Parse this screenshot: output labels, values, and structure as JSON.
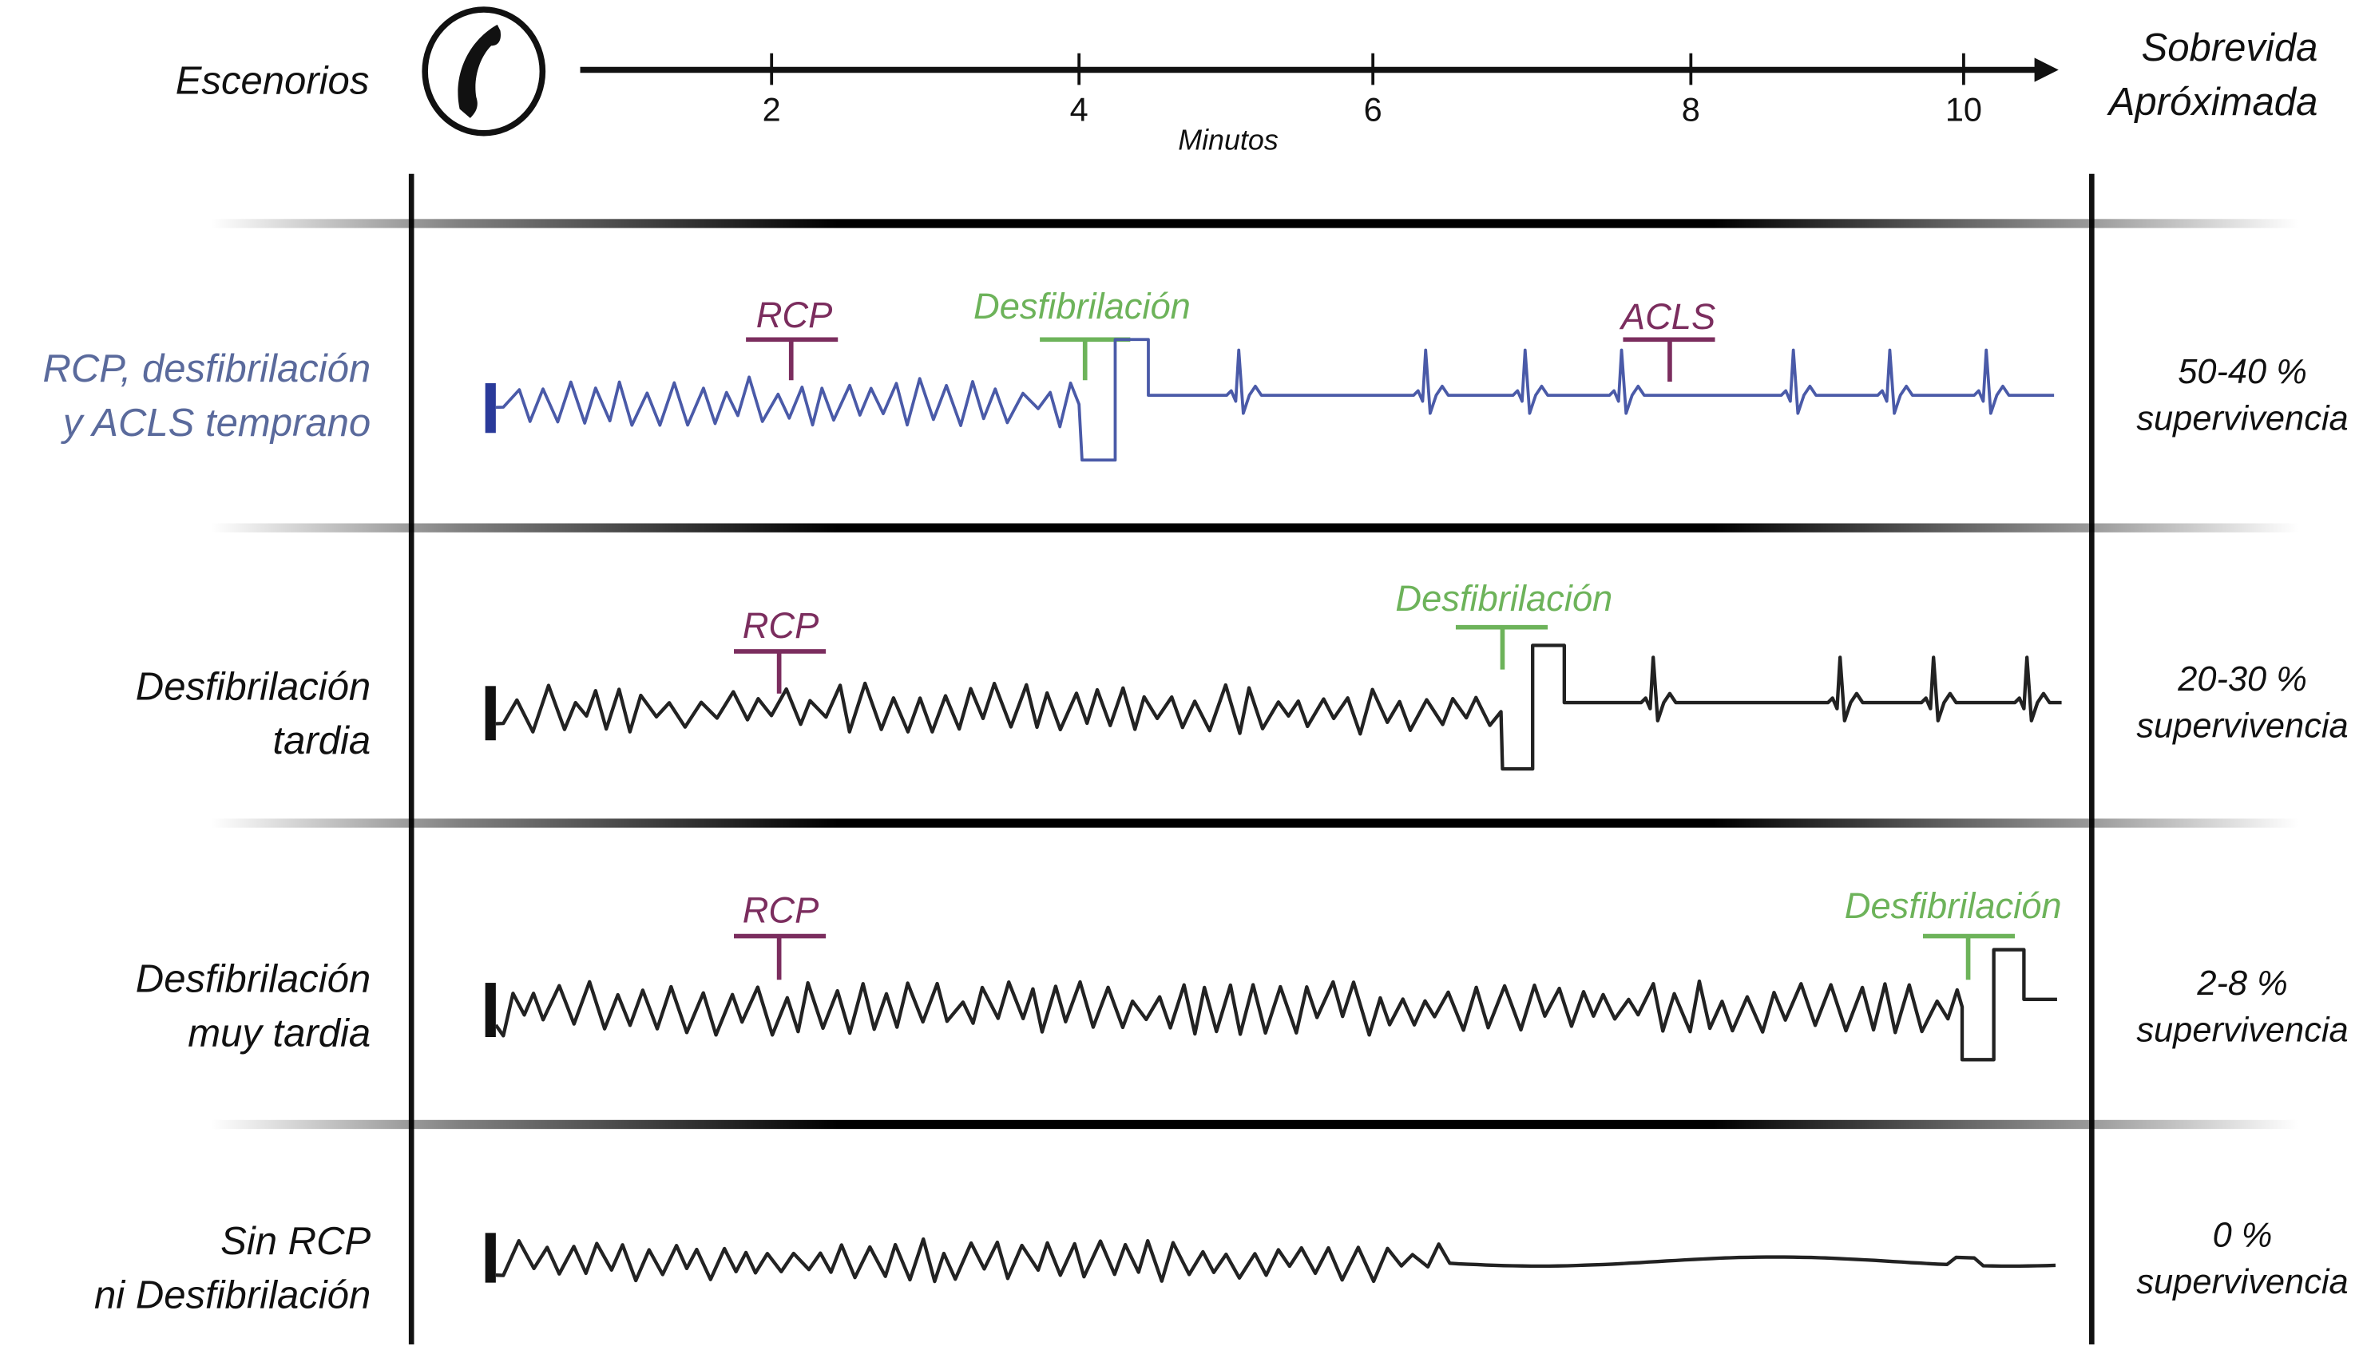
{
  "header": {
    "scenarios_label": "Escenorios",
    "survival_label_line1": "Sobrevida",
    "survival_label_line2": "Apróximada",
    "axis_label": "Minutos",
    "ticks": [
      "2",
      "4",
      "6",
      "8",
      "10"
    ],
    "icon": "phone-icon"
  },
  "colors": {
    "early_wave": "#4a5aa8",
    "early_label": "#5a6a9c",
    "marker_rcp": "#7b2d5e",
    "marker_defib": "#6db35a",
    "wave": "#222222"
  },
  "rows": [
    {
      "label_line1": "RCP, desfibrilación",
      "label_line2": "y ACLS temprano",
      "survival_value": "50-40 %",
      "survival_text": "supervivencia",
      "markers": {
        "rcp": "RCP",
        "defib": "Desfibrilación",
        "acls": "ACLS"
      }
    },
    {
      "label_line1": "Desfibrilación",
      "label_line2": "tardia",
      "survival_value": "20-30 %",
      "survival_text": "supervivencia",
      "markers": {
        "rcp": "RCP",
        "defib": "Desfibrilación"
      }
    },
    {
      "label_line1": "Desfibrilación",
      "label_line2": "muy tardia",
      "survival_value": "2-8 %",
      "survival_text": "supervivencia",
      "markers": {
        "rcp": "RCP",
        "defib": "Desfibrilación"
      }
    },
    {
      "label_line1": "Sin RCP",
      "label_line2": "ni Desfibrilación",
      "survival_value": "0 %",
      "survival_text": "supervivencia"
    }
  ]
}
